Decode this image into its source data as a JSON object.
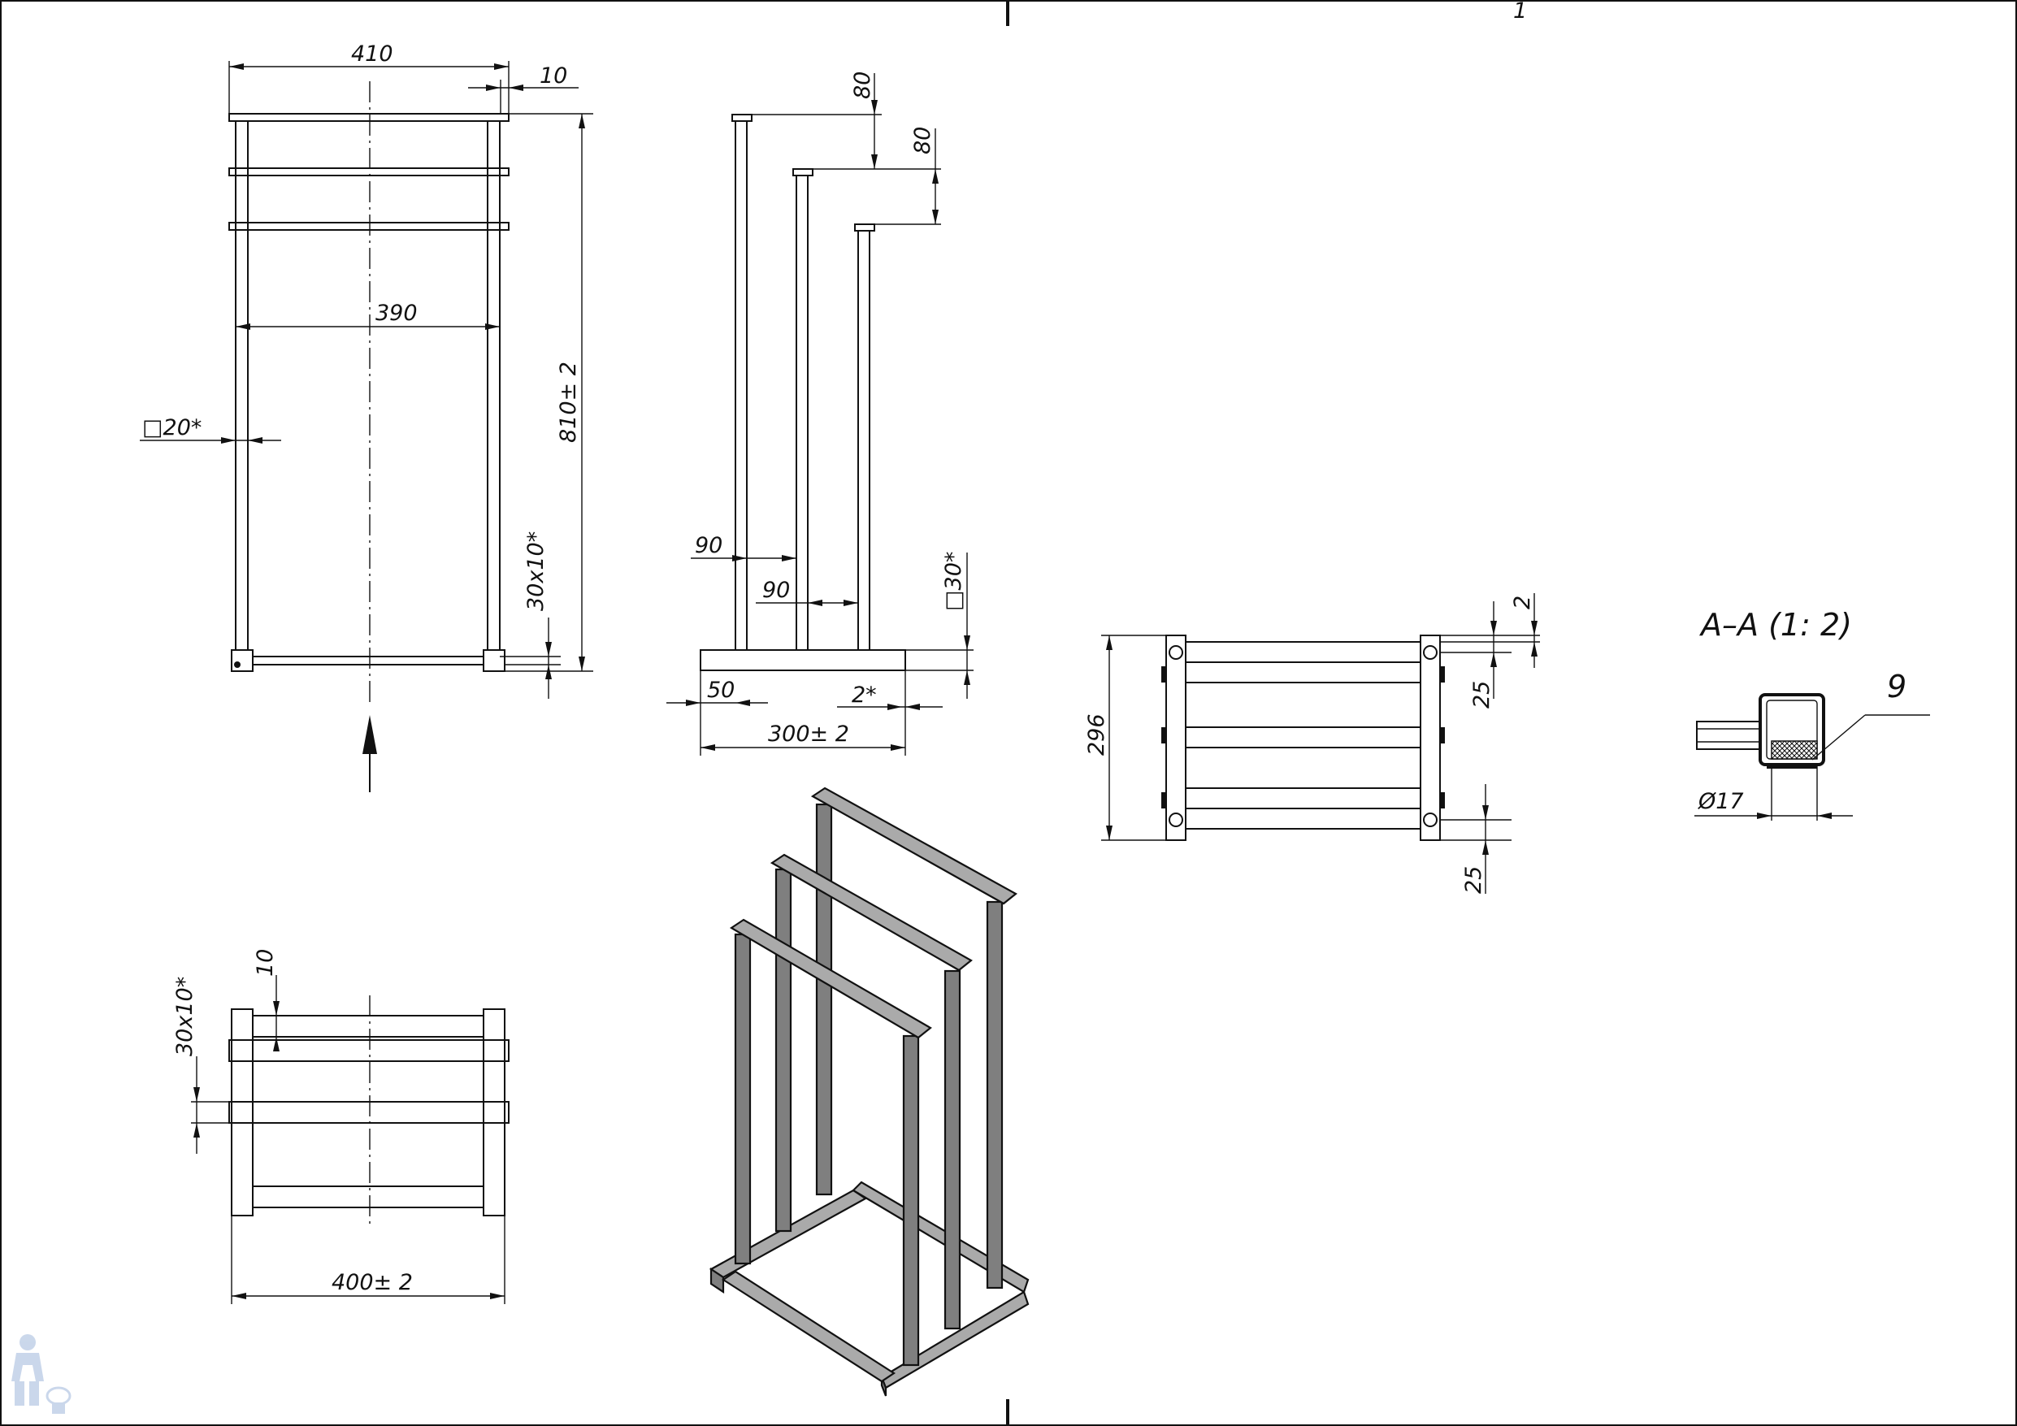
{
  "sheet": {
    "number": "1"
  },
  "front_view": {
    "width_total": "410",
    "end_cap": "10",
    "inner_width": "390",
    "height_total": "810± 2",
    "tube_section": "□20*",
    "foot_section": "30x10*"
  },
  "side_view": {
    "step_top": "80",
    "step_second": "80",
    "spacing_first": "90",
    "spacing_second": "90",
    "base_section": "□30*",
    "base_overhang": "50",
    "foot_offset": "2*",
    "base_length": "300± 2"
  },
  "plan_view": {
    "foot_section": "30x10*",
    "end_cap": "10",
    "overall_width": "400± 2"
  },
  "top_view": {
    "depth": "296",
    "hole_offset_top": "25",
    "hole_offset_bottom": "25",
    "wall": "2"
  },
  "section": {
    "title": "A–A (1: 2)",
    "callout": "9",
    "diameter": "Ø17"
  },
  "colors": {
    "line": "#111111",
    "iso_fill": "#7f7f7f"
  }
}
